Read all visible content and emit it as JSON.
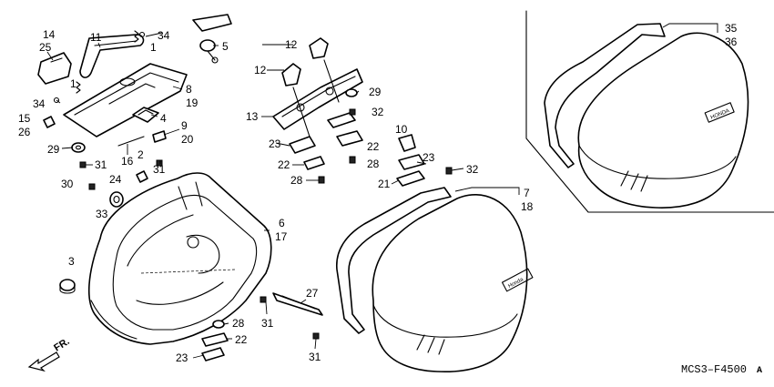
{
  "diagram_code": "MCS3–F4500",
  "diagram_code_suffix": "A",
  "front_label": "FR.",
  "callouts": [
    "14",
    "25",
    "11",
    "34",
    "1",
    "5",
    "1",
    "34",
    "8",
    "19",
    "15",
    "26",
    "4",
    "9",
    "20",
    "29",
    "16",
    "31",
    "2",
    "31",
    "30",
    "24",
    "33",
    "3",
    "12",
    "12",
    "13",
    "29",
    "32",
    "23",
    "22",
    "22",
    "28",
    "28",
    "10",
    "23",
    "21",
    "32",
    "6",
    "17",
    "27",
    "31",
    "28",
    "22",
    "23",
    "31",
    "7",
    "18",
    "35",
    "36"
  ]
}
